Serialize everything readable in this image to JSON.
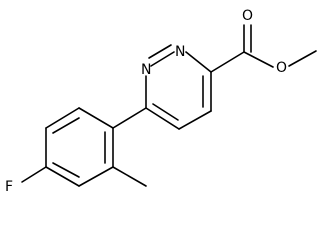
{
  "molecule": {
    "atoms": {
      "ring_n1": "N",
      "ring_n2": "N",
      "carbonyl_o": "O",
      "ester_o": "O",
      "fluorine": "F"
    }
  }
}
